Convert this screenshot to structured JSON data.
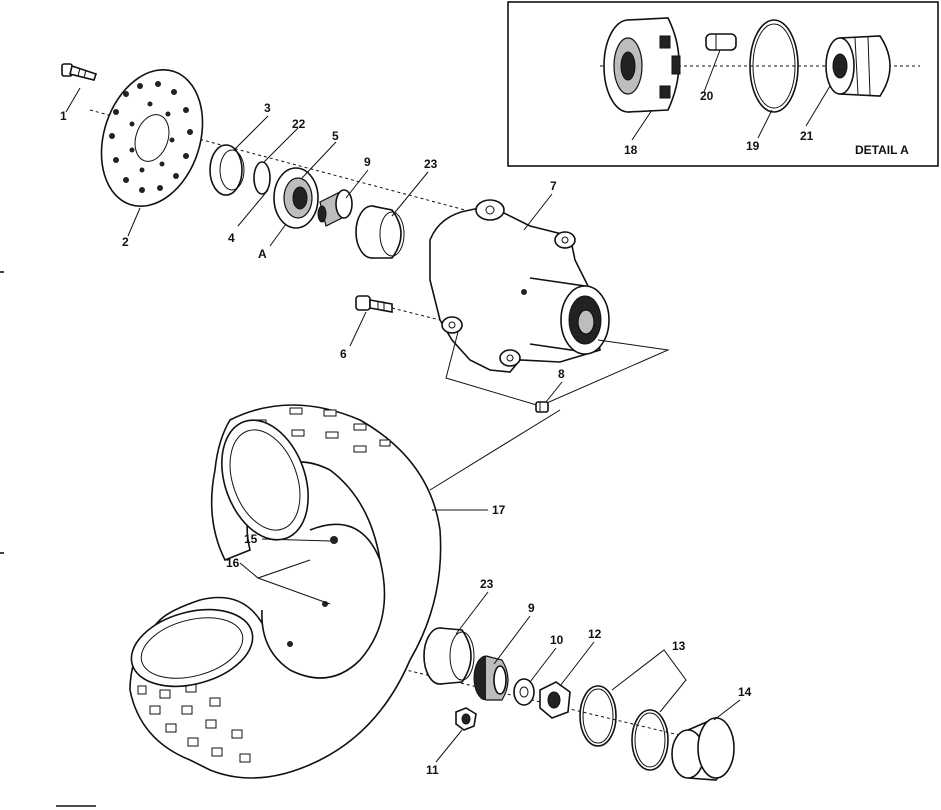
{
  "detail_box": {
    "title": "DETAIL  A"
  },
  "labels": {
    "l1": "1",
    "l2": "2",
    "l3": "3",
    "l4": "4",
    "l5": "5",
    "l6": "6",
    "l7": "7",
    "l8": "8",
    "l9a": "9",
    "l9b": "9",
    "l10": "10",
    "l11": "11",
    "l12": "12",
    "l13": "13",
    "l14": "14",
    "l15": "15",
    "l16": "16",
    "l17": "17",
    "l18": "18",
    "l19": "19",
    "l20": "20",
    "l21": "21",
    "l22": "22",
    "l23a": "23",
    "l23b": "23",
    "lA": "A"
  }
}
